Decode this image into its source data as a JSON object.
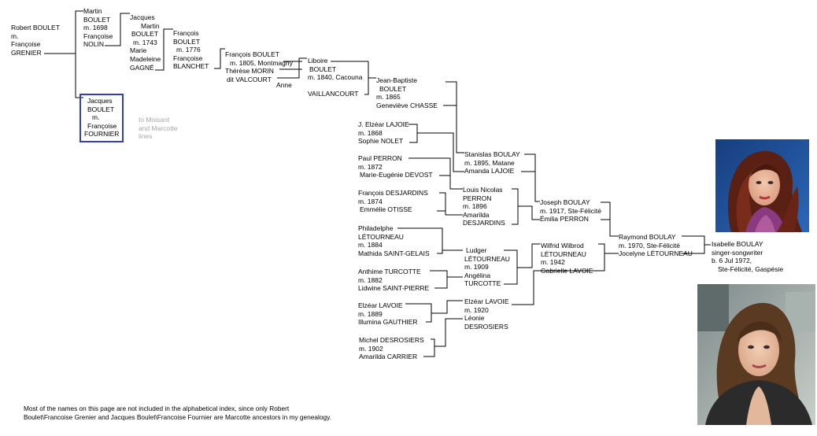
{
  "nodes": {
    "robert": [
      "Robert BOULET",
      "m.",
      "Françoise",
      "GRENIER"
    ],
    "martin": [
      "Martin",
      "BOULET",
      "m. 1698",
      "Françoise",
      "NOLIN"
    ],
    "jacques_b_fournier": [
      "Jacques",
      "BOULET",
      "m.",
      "Françoise",
      "FOURNIER"
    ],
    "moisant_note": [
      "to Moisant",
      "and Marcotte",
      "lines"
    ],
    "jacques_martin": [
      "Jacques",
      "Martin",
      "BOULET",
      "m. 1743",
      "Marie",
      "Madeleine",
      "GAGNÉ"
    ],
    "francois_1776": [
      "François",
      "BOULET",
      "m. 1776",
      "Françoise",
      "BLANCHET"
    ],
    "francois_1805": [
      "François BOULET",
      "m. 1805,  Montmagny",
      "Thérèse MORIN",
      "dit VALCOURT"
    ],
    "anne": [
      "Anne"
    ],
    "liboire": [
      "Liboire",
      "BOULET",
      "m. 1840, Cacouna",
      "Anne",
      "VAILLANCOURT"
    ],
    "jean_baptiste": [
      "Jean-Baptiste",
      "BOULET",
      "m. 1865",
      "Geneviève CHASSE"
    ],
    "elzear_lajoie": [
      "J. Elzéar LAJOIE",
      "m. 1868",
      "Sophie NOLET"
    ],
    "stanislas": [
      "Stanislas BOULAY",
      "m. 1895, Matane",
      "Amanda LAJOIE"
    ],
    "paul_perron": [
      "Paul PERRON",
      "m. 1872",
      "Marie-Eugénie DEVOST"
    ],
    "louis_nicolas": [
      "Louis Nicolas",
      "PERRON",
      "m. 1896",
      "Amarilda",
      "DESJARDINS"
    ],
    "francois_desjardins": [
      "François DESJARDINS",
      "m. 1874",
      "Emmélie OTISSE"
    ],
    "joseph_boulay": [
      "Joseph BOULAY",
      "m. 1917, Ste-Félicité",
      "Émilia PERRON"
    ],
    "raymond": [
      "Raymond BOULAY",
      "m. 1970, Ste-Félicité",
      "Jocelyne LÉTOURNEAU"
    ],
    "isabelle": [
      "Isabelle BOULAY",
      "singer-songwriter",
      "b. 6 Jul 1972,",
      "Ste-Félicité, Gaspésie"
    ],
    "philadelphe": [
      "Philadelphe",
      "LÉTOURNEAU",
      "m. 1884",
      "Mathida SAINT-GELAIS"
    ],
    "ludger": [
      "Ludger",
      "LÉTOURNEAU",
      "m. 1909",
      "Angélina",
      "TURCOTTE"
    ],
    "wilfrid": [
      "Wilfrid Wilbrod",
      "LÉTOURNEAU",
      "m. 1942",
      "Gabrielle LAVOIE"
    ],
    "anthime": [
      "Anthime TURCOTTE",
      "m. 1882",
      "Lidwine SAINT-PIERRE"
    ],
    "elzear_lavoie_1889": [
      "Elzéar LAVOIE",
      "m. 1889",
      "Illumina GAUTHIER"
    ],
    "elzear_lavoie_1920": [
      "Elzéar LAVOIE",
      "m. 1920",
      "Léonie",
      "DESROSIERS"
    ],
    "michel": [
      "Michel DESROSIERS",
      "m. 1902",
      "Amarilda CARRIER"
    ]
  },
  "footnote": "Most of the names on this page are not included in the alphabetical index, since only Robert Boulet\\Francoise Grenier and Jacques Boulet\\Francoise Fournier are Marcotte ancestors in my genealogy.",
  "colors": {
    "highlight_border": "#3540b0",
    "note_grey": "#a6a6a6"
  }
}
